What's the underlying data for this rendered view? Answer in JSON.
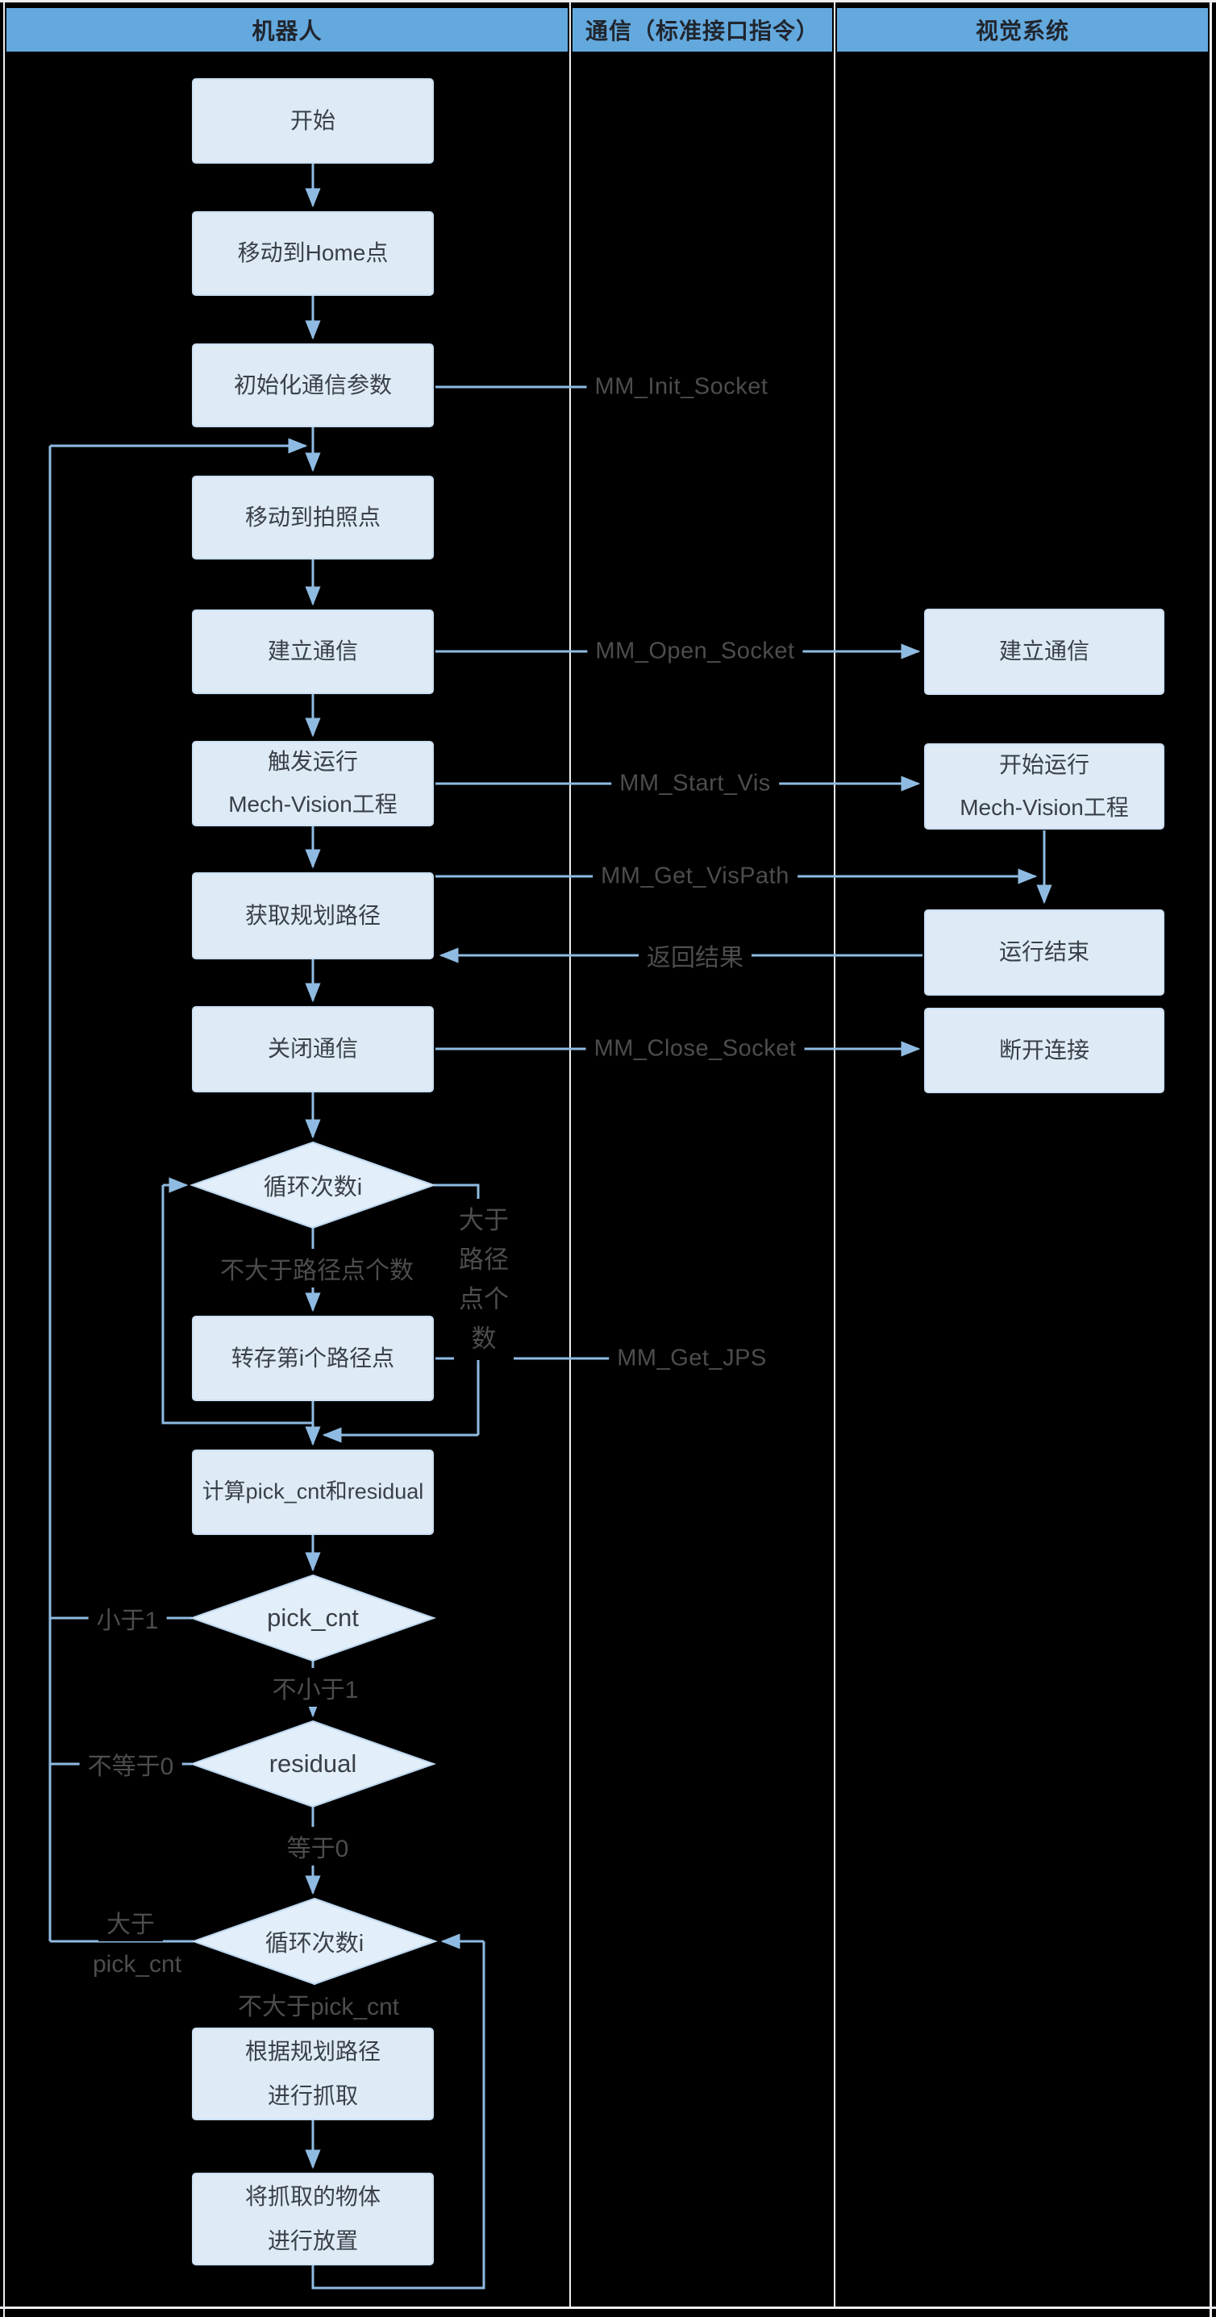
{
  "colors": {
    "background": "#000000",
    "lane_line": "#EDEDF2",
    "header_fill": "#63A9DE",
    "header_text": "#20252D",
    "box_fill": "#DEEBF7",
    "box_border": "#CBDFF2",
    "box_text": "#3A4048",
    "arrow": "#8FBBE2",
    "edge_label_text": "#4D4D4D"
  },
  "header": {
    "columns": [
      {
        "label": "机器人"
      },
      {
        "label": "通信（标准接口指令）"
      },
      {
        "label": "视觉系统"
      }
    ]
  },
  "nodes": {
    "start": {
      "line1": "开始"
    },
    "move_home": {
      "line1": "移动到Home点"
    },
    "init_params": {
      "line1": "初始化通信参数"
    },
    "move_photo": {
      "line1": "移动到拍照点"
    },
    "open_comm": {
      "line1": "建立通信"
    },
    "trigger": {
      "line1": "触发运行",
      "line2": "Mech-Vision工程"
    },
    "get_path": {
      "line1": "获取规划路径"
    },
    "close_comm": {
      "line1": "关闭通信"
    },
    "d_loop1": {
      "label": "循环次数i"
    },
    "save_point": {
      "line1": "转存第i个路径点"
    },
    "calc": {
      "line1": "计算pick_cnt和residual"
    },
    "d_pick": {
      "label": "pick_cnt"
    },
    "d_residual": {
      "label": "residual"
    },
    "d_loop2": {
      "label": "循环次数i"
    },
    "pick": {
      "line1": "根据规划路径",
      "line2": "进行抓取"
    },
    "place": {
      "line1": "将抓取的物体",
      "line2": "进行放置"
    },
    "v_open": {
      "line1": "建立通信"
    },
    "v_start": {
      "line1": "开始运行",
      "line2": "Mech-Vision工程"
    },
    "v_end": {
      "line1": "运行结束"
    },
    "v_close": {
      "line1": "断开连接"
    }
  },
  "edge_labels": {
    "mm_init": "MM_Init_Socket",
    "mm_open": "MM_Open_Socket",
    "mm_start": "MM_Start_Vis",
    "mm_getvispath": "MM_Get_VisPath",
    "return_result": "返回结果",
    "mm_close": "MM_Close_Socket",
    "mm_getjps": "MM_Get_JPS",
    "le_path_count": "不大于路径点个数",
    "gt_path": [
      "大于",
      "路径",
      "点个",
      "数"
    ],
    "lt_1": "小于1",
    "ge_1": "不小于1",
    "ne_0": "不等于0",
    "eq_0": "等于0",
    "gt_word": "大于",
    "gt_pick_cnt": "pick_cnt",
    "le_pick_cnt": "不大于pick_cnt"
  }
}
